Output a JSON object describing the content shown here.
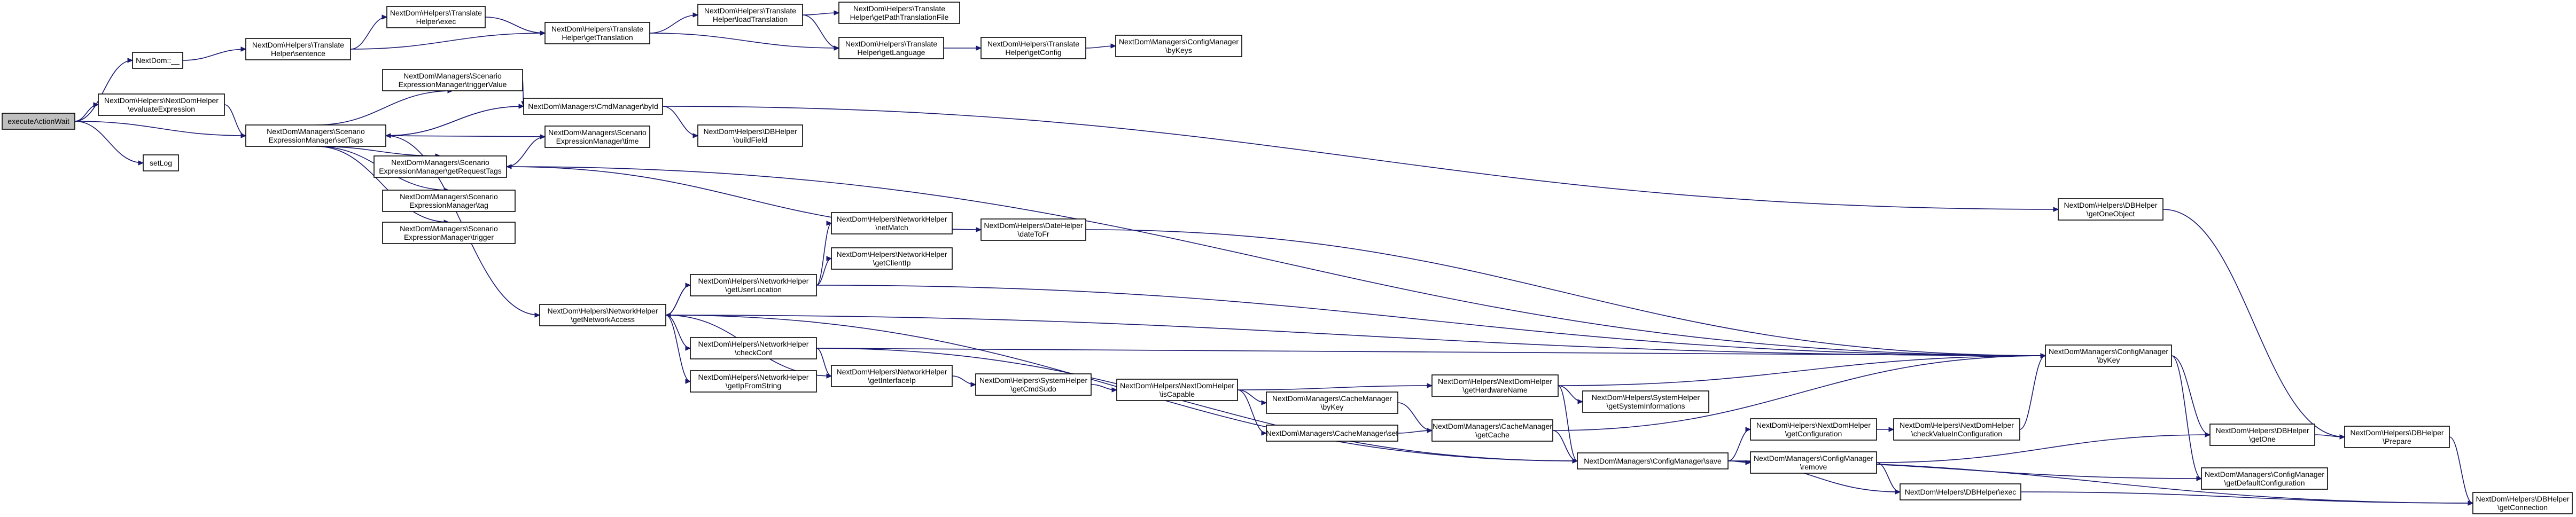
{
  "graph": {
    "root": "execute",
    "nodes": [
      {
        "id": "execute",
        "lines": [
          "executeActionWait"
        ]
      },
      {
        "id": "nextdom",
        "lines": [
          "NextDom::__"
        ]
      },
      {
        "id": "evalexpr",
        "lines": [
          "NextDom\\Helpers\\NextDomHelper",
          "\\evaluateExpression"
        ]
      },
      {
        "id": "settags",
        "lines": [
          "NextDom\\Managers\\Scenario",
          "ExpressionManager\\setTags"
        ]
      },
      {
        "id": "setlog",
        "lines": [
          "setLog"
        ]
      },
      {
        "id": "sentence",
        "lines": [
          "NextDom\\Helpers\\Translate",
          "Helper\\sentence"
        ]
      },
      {
        "id": "texec",
        "lines": [
          "NextDom\\Helpers\\Translate",
          "Helper\\exec"
        ]
      },
      {
        "id": "gettrans",
        "lines": [
          "NextDom\\Helpers\\Translate",
          "Helper\\getTranslation"
        ]
      },
      {
        "id": "loadtrans",
        "lines": [
          "NextDom\\Helpers\\Translate",
          "Helper\\loadTranslation"
        ]
      },
      {
        "id": "pathfile",
        "lines": [
          "NextDom\\Helpers\\Translate",
          "Helper\\getPathTranslationFile"
        ]
      },
      {
        "id": "getlang",
        "lines": [
          "NextDom\\Helpers\\Translate",
          "Helper\\getLanguage"
        ]
      },
      {
        "id": "tgetconfig",
        "lines": [
          "NextDom\\Helpers\\Translate",
          "Helper\\getConfig"
        ]
      },
      {
        "id": "bykeys",
        "lines": [
          "NextDom\\Managers\\ConfigManager",
          "\\byKeys"
        ]
      },
      {
        "id": "triggervalue",
        "lines": [
          "NextDom\\Managers\\Scenario",
          "ExpressionManager\\triggerValue"
        ]
      },
      {
        "id": "cmdbyid",
        "lines": [
          "NextDom\\Managers\\CmdManager\\byId"
        ]
      },
      {
        "id": "buildfield",
        "lines": [
          "NextDom\\Helpers\\DBHelper",
          "\\buildField"
        ]
      },
      {
        "id": "time",
        "lines": [
          "NextDom\\Managers\\Scenario",
          "ExpressionManager\\time"
        ]
      },
      {
        "id": "requesttags",
        "lines": [
          "NextDom\\Managers\\Scenario",
          "ExpressionManager\\getRequestTags"
        ]
      },
      {
        "id": "tag",
        "lines": [
          "NextDom\\Managers\\Scenario",
          "ExpressionManager\\tag"
        ]
      },
      {
        "id": "trigger",
        "lines": [
          "NextDom\\Managers\\Scenario",
          "ExpressionManager\\trigger"
        ]
      },
      {
        "id": "getoneobject",
        "lines": [
          "NextDom\\Helpers\\DBHelper",
          "\\getOneObject"
        ]
      },
      {
        "id": "netmatch",
        "lines": [
          "NextDom\\Helpers\\NetworkHelper",
          "\\netMatch"
        ]
      },
      {
        "id": "getclientip",
        "lines": [
          "NextDom\\Helpers\\NetworkHelper",
          "\\getClientIp"
        ]
      },
      {
        "id": "datetofr",
        "lines": [
          "NextDom\\Helpers\\DateHelper",
          "\\dateToFr"
        ]
      },
      {
        "id": "getuserlocation",
        "lines": [
          "NextDom\\Helpers\\NetworkHelper",
          "\\getUserLocation"
        ]
      },
      {
        "id": "getnetworkaccess",
        "lines": [
          "NextDom\\Helpers\\NetworkHelper",
          "\\getNetworkAccess"
        ]
      },
      {
        "id": "checkconf",
        "lines": [
          "NextDom\\Helpers\\NetworkHelper",
          "\\checkConf"
        ]
      },
      {
        "id": "getinterfaceip",
        "lines": [
          "NextDom\\Helpers\\NetworkHelper",
          "\\getInterfaceIp"
        ]
      },
      {
        "id": "getcmdsudo",
        "lines": [
          "NextDom\\Helpers\\SystemHelper",
          "\\getCmdSudo"
        ]
      },
      {
        "id": "iscapable",
        "lines": [
          "NextDom\\Helpers\\NextDomHelper",
          "\\isCapable"
        ]
      },
      {
        "id": "cachebykey",
        "lines": [
          "NextDom\\Managers\\CacheManager",
          "\\byKey"
        ]
      },
      {
        "id": "cacheset",
        "lines": [
          "NextDom\\Managers\\CacheManager\\set"
        ]
      },
      {
        "id": "gethardwarename",
        "lines": [
          "NextDom\\Helpers\\NextDomHelper",
          "\\getHardwareName"
        ]
      },
      {
        "id": "getsysteminfo",
        "lines": [
          "NextDom\\Helpers\\SystemHelper",
          "\\getSystemInformations"
        ]
      },
      {
        "id": "getcache",
        "lines": [
          "NextDom\\Managers\\CacheManager",
          "\\getCache"
        ]
      },
      {
        "id": "getipfromstring",
        "lines": [
          "NextDom\\Helpers\\NetworkHelper",
          "\\getIpFromString"
        ]
      },
      {
        "id": "save",
        "lines": [
          "NextDom\\Managers\\ConfigManager\\save"
        ]
      },
      {
        "id": "getconfiguration",
        "lines": [
          "NextDom\\Helpers\\NextDomHelper",
          "\\getConfiguration"
        ]
      },
      {
        "id": "remove",
        "lines": [
          "NextDom\\Managers\\ConfigManager",
          "\\remove"
        ]
      },
      {
        "id": "checkvalue",
        "lines": [
          "NextDom\\Helpers\\NextDomHelper",
          "\\checkValueInConfiguration"
        ]
      },
      {
        "id": "dbexec",
        "lines": [
          "NextDom\\Helpers\\DBHelper\\exec"
        ]
      },
      {
        "id": "configbykey",
        "lines": [
          "NextDom\\Managers\\ConfigManager",
          "\\byKey"
        ]
      },
      {
        "id": "getone",
        "lines": [
          "NextDom\\Helpers\\DBHelper",
          "\\getOne"
        ]
      },
      {
        "id": "prepare",
        "lines": [
          "NextDom\\Helpers\\DBHelper",
          "\\Prepare"
        ]
      },
      {
        "id": "getdefaultconfig",
        "lines": [
          "NextDom\\Managers\\ConfigManager",
          "\\getDefaultConfiguration"
        ]
      },
      {
        "id": "getconnection",
        "lines": [
          "NextDom\\Helpers\\DBHelper",
          "\\getConnection"
        ]
      }
    ],
    "edges": [
      [
        "execute",
        "nextdom"
      ],
      [
        "execute",
        "evalexpr"
      ],
      [
        "execute",
        "settags"
      ],
      [
        "execute",
        "setlog"
      ],
      [
        "nextdom",
        "sentence"
      ],
      [
        "sentence",
        "texec"
      ],
      [
        "sentence",
        "gettrans"
      ],
      [
        "texec",
        "gettrans"
      ],
      [
        "gettrans",
        "loadtrans"
      ],
      [
        "gettrans",
        "getlang"
      ],
      [
        "loadtrans",
        "pathfile"
      ],
      [
        "loadtrans",
        "getlang"
      ],
      [
        "getlang",
        "tgetconfig"
      ],
      [
        "tgetconfig",
        "bykeys"
      ],
      [
        "evalexpr",
        "settags"
      ],
      [
        "settags",
        "triggervalue"
      ],
      [
        "settags",
        "cmdbyid"
      ],
      [
        "settags",
        "time"
      ],
      [
        "settags",
        "requesttags"
      ],
      [
        "settags",
        "tag"
      ],
      [
        "settags",
        "trigger"
      ],
      [
        "settags",
        "getnetworkaccess"
      ],
      [
        "triggervalue",
        "cmdbyid"
      ],
      [
        "cmdbyid",
        "settags"
      ],
      [
        "cmdbyid",
        "buildfield"
      ],
      [
        "cmdbyid",
        "getoneobject"
      ],
      [
        "time",
        "requesttags"
      ],
      [
        "requesttags",
        "datetofr"
      ],
      [
        "requesttags",
        "configbykey"
      ],
      [
        "datetofr",
        "configbykey"
      ],
      [
        "getnetworkaccess",
        "getuserlocation"
      ],
      [
        "getnetworkaccess",
        "checkconf"
      ],
      [
        "getnetworkaccess",
        "getinterfaceip"
      ],
      [
        "getnetworkaccess",
        "getipfromstring"
      ],
      [
        "getnetworkaccess",
        "configbykey"
      ],
      [
        "getnetworkaccess",
        "save"
      ],
      [
        "getuserlocation",
        "netmatch"
      ],
      [
        "getuserlocation",
        "getclientip"
      ],
      [
        "getuserlocation",
        "getnetworkaccess"
      ],
      [
        "getuserlocation",
        "configbykey"
      ],
      [
        "checkconf",
        "getinterfaceip"
      ],
      [
        "checkconf",
        "configbykey"
      ],
      [
        "checkconf",
        "save"
      ],
      [
        "getinterfaceip",
        "getcmdsudo"
      ],
      [
        "getcmdsudo",
        "iscapable"
      ],
      [
        "iscapable",
        "cachebykey"
      ],
      [
        "iscapable",
        "cacheset"
      ],
      [
        "iscapable",
        "gethardwarename"
      ],
      [
        "cachebykey",
        "getcache"
      ],
      [
        "cacheset",
        "getcache"
      ],
      [
        "gethardwarename",
        "getsysteminfo"
      ],
      [
        "gethardwarename",
        "configbykey"
      ],
      [
        "gethardwarename",
        "save"
      ],
      [
        "getcache",
        "configbykey"
      ],
      [
        "getcache",
        "save"
      ],
      [
        "save",
        "getconfiguration"
      ],
      [
        "save",
        "remove"
      ],
      [
        "save",
        "dbexec"
      ],
      [
        "save",
        "getdefaultconfig"
      ],
      [
        "save",
        "getconnection"
      ],
      [
        "getconfiguration",
        "checkvalue"
      ],
      [
        "checkvalue",
        "configbykey"
      ],
      [
        "remove",
        "dbexec"
      ],
      [
        "remove",
        "getone"
      ],
      [
        "configbykey",
        "getone"
      ],
      [
        "configbykey",
        "getdefaultconfig"
      ],
      [
        "getone",
        "prepare"
      ],
      [
        "getoneobject",
        "prepare"
      ],
      [
        "prepare",
        "getconnection"
      ],
      [
        "dbexec",
        "getconnection"
      ]
    ]
  }
}
